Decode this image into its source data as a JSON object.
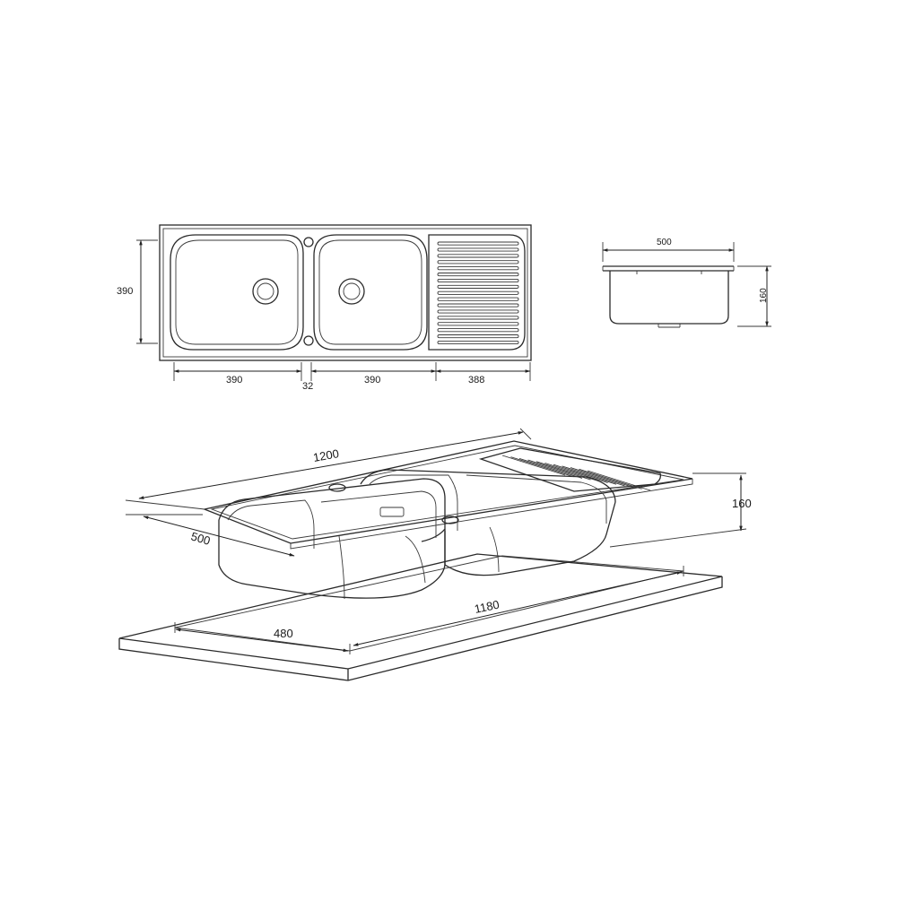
{
  "top_view": {
    "height_label": "390",
    "bowl_left_width": "390",
    "gap_width": "32",
    "bowl_right_width": "390",
    "drainer_width": "388"
  },
  "side_view": {
    "width_label": "500",
    "depth_label": "160"
  },
  "iso_view": {
    "overall_length": "1200",
    "overall_depth": "500",
    "bowl_depth": "160",
    "cutout_length": "1180",
    "cutout_depth": "480"
  }
}
